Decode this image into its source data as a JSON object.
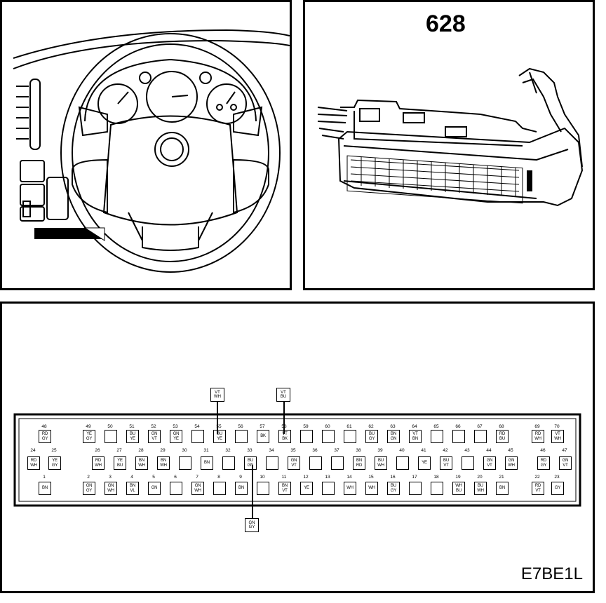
{
  "module_label": "628",
  "reference_code": "E7BE1L",
  "connector": {
    "row_top": {
      "numbers": [
        "48",
        "49",
        "50",
        "51",
        "52",
        "53",
        "54",
        "55",
        "56",
        "57",
        "58",
        "59",
        "60",
        "61",
        "62",
        "63",
        "64",
        "65",
        "66",
        "67",
        "68",
        "69",
        "70"
      ],
      "cells": [
        "RD\nGY",
        "YE\nGY",
        "",
        "BU\nYE",
        "GN\nVT",
        "GN\nYE",
        "",
        "BU\nYE",
        "",
        "BK",
        "VT\nBK",
        "",
        "",
        "",
        "BU\nGY",
        "BN\nGN",
        "VT\nBN",
        "",
        "",
        "",
        "RD\nBU",
        "RD\nWH",
        "VT\nWH"
      ]
    },
    "row_mid": {
      "numbers": [
        "24",
        "25",
        "26",
        "27",
        "28",
        "29",
        "30",
        "31",
        "32",
        "33",
        "34",
        "35",
        "36",
        "37",
        "38",
        "39",
        "40",
        "41",
        "42",
        "43",
        "44",
        "45",
        "46",
        "47"
      ],
      "cells": [
        "RD\nWH",
        "YE\nGY",
        "RD\nWH",
        "YE\nBU",
        "BN\nWH",
        "BN\nWH",
        "",
        "BN",
        "",
        "BU\nGN",
        "",
        "GN\nVT",
        "",
        "",
        "BN\nRD",
        "BU\nWH",
        "",
        "YE",
        "BU\nVT",
        "",
        "GN\nVT",
        "GN\nWH",
        "RD\nGY",
        "GN\nVT"
      ]
    },
    "row_bot": {
      "numbers": [
        "1",
        "2",
        "3",
        "4",
        "5",
        "6",
        "7",
        "8",
        "9",
        "10",
        "11",
        "12",
        "13",
        "14",
        "15",
        "16",
        "17",
        "18",
        "19",
        "20",
        "21",
        "22",
        "23"
      ],
      "cells": [
        "BN",
        "GN\nGY",
        "GN\nWH",
        "BN\nVL",
        "GN",
        "",
        "GN\nWH",
        "",
        "BN",
        "",
        "BN\nVT",
        "YE",
        "",
        "WH",
        "WH",
        "BU\nGY",
        "",
        "",
        "WH\nBU",
        "BU\nWH",
        "BN",
        "RD\nVT",
        "GY"
      ]
    },
    "callouts": {
      "c1": "VT\nWH",
      "c2": "VT\nBU",
      "c3": "GN\nGY"
    }
  }
}
